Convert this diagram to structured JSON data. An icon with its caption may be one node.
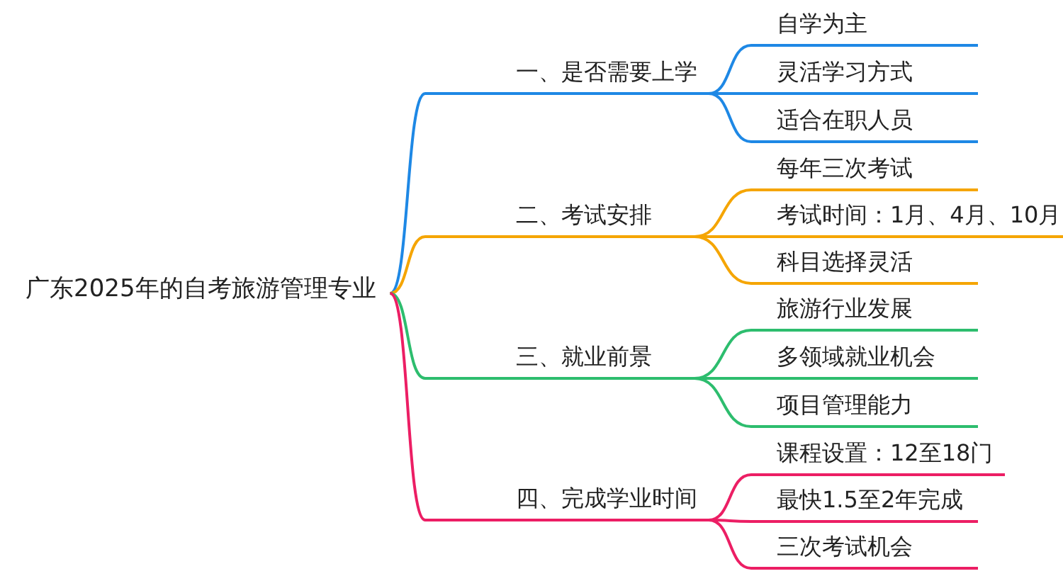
{
  "diagram": {
    "nodes": [
      {
        "text": [
          "广东2025年的自考旅游管理专业"
        ]
      },
      {
        "text": [
          "一、是否需要上学"
        ]
      },
      {
        "text": [
          "自学为主"
        ]
      },
      {
        "text": [
          "灵活学习方式"
        ]
      },
      {
        "text": [
          "适合在职人员"
        ]
      },
      {
        "text": [
          "二、考试安排"
        ]
      },
      {
        "text": [
          "每年三次考试"
        ]
      },
      {
        "text": [
          "考试时间：1月、4月、10月"
        ]
      },
      {
        "text": [
          "科目选择灵活"
        ]
      },
      {
        "text": [
          "三、就业前景"
        ]
      },
      {
        "text": [
          "旅游行业发展"
        ]
      },
      {
        "text": [
          "多领域就业机会"
        ]
      },
      {
        "text": [
          "项目管理能力"
        ]
      },
      {
        "text": [
          "四、完成学业时间"
        ]
      },
      {
        "text": [
          "课程设置：12至18门"
        ]
      },
      {
        "text": [
          "最快1.5至2年完成"
        ]
      },
      {
        "text": [
          "三次考试机会"
        ]
      }
    ],
    "edges": [
      {
        "from": 0,
        "to": 1,
        "arrow": "none",
        "color": "#1e88e5"
      },
      {
        "from": 1,
        "to": 2,
        "arrow": "none",
        "color": "#1e88e5"
      },
      {
        "from": 1,
        "to": 3,
        "arrow": "none",
        "color": "#1e88e5"
      },
      {
        "from": 1,
        "to": 4,
        "arrow": "none",
        "color": "#1e88e5"
      },
      {
        "from": 0,
        "to": 5,
        "arrow": "none",
        "color": "#f5a500"
      },
      {
        "from": 5,
        "to": 6,
        "arrow": "none",
        "color": "#f5a500"
      },
      {
        "from": 5,
        "to": 7,
        "arrow": "none",
        "color": "#f5a500"
      },
      {
        "from": 5,
        "to": 8,
        "arrow": "none",
        "color": "#f5a500"
      },
      {
        "from": 0,
        "to": 9,
        "arrow": "none",
        "color": "#2dbd6e"
      },
      {
        "from": 9,
        "to": 10,
        "arrow": "none",
        "color": "#2dbd6e"
      },
      {
        "from": 9,
        "to": 11,
        "arrow": "none",
        "color": "#2dbd6e"
      },
      {
        "from": 9,
        "to": 12,
        "arrow": "none",
        "color": "#2dbd6e"
      },
      {
        "from": 0,
        "to": 13,
        "arrow": "none",
        "color": "#ec1e64"
      },
      {
        "from": 13,
        "to": 14,
        "arrow": "none",
        "color": "#ec1e64"
      },
      {
        "from": 13,
        "to": 15,
        "arrow": "none",
        "color": "#ec1e64"
      },
      {
        "from": 13,
        "to": 16,
        "arrow": "none",
        "color": "#ec1e64"
      }
    ]
  }
}
